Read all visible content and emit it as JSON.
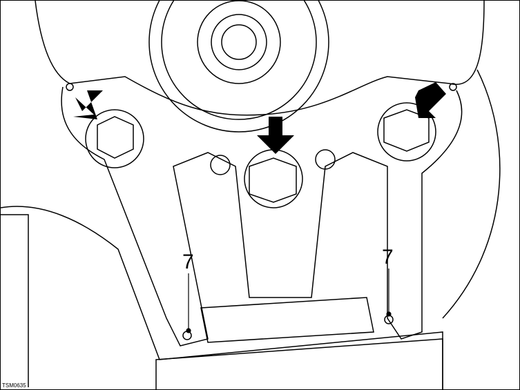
{
  "callouts": {
    "left": "7",
    "right": "7"
  },
  "figure_code": "TSM0635",
  "colors": {
    "line": "#000000",
    "background": "#ffffff"
  }
}
